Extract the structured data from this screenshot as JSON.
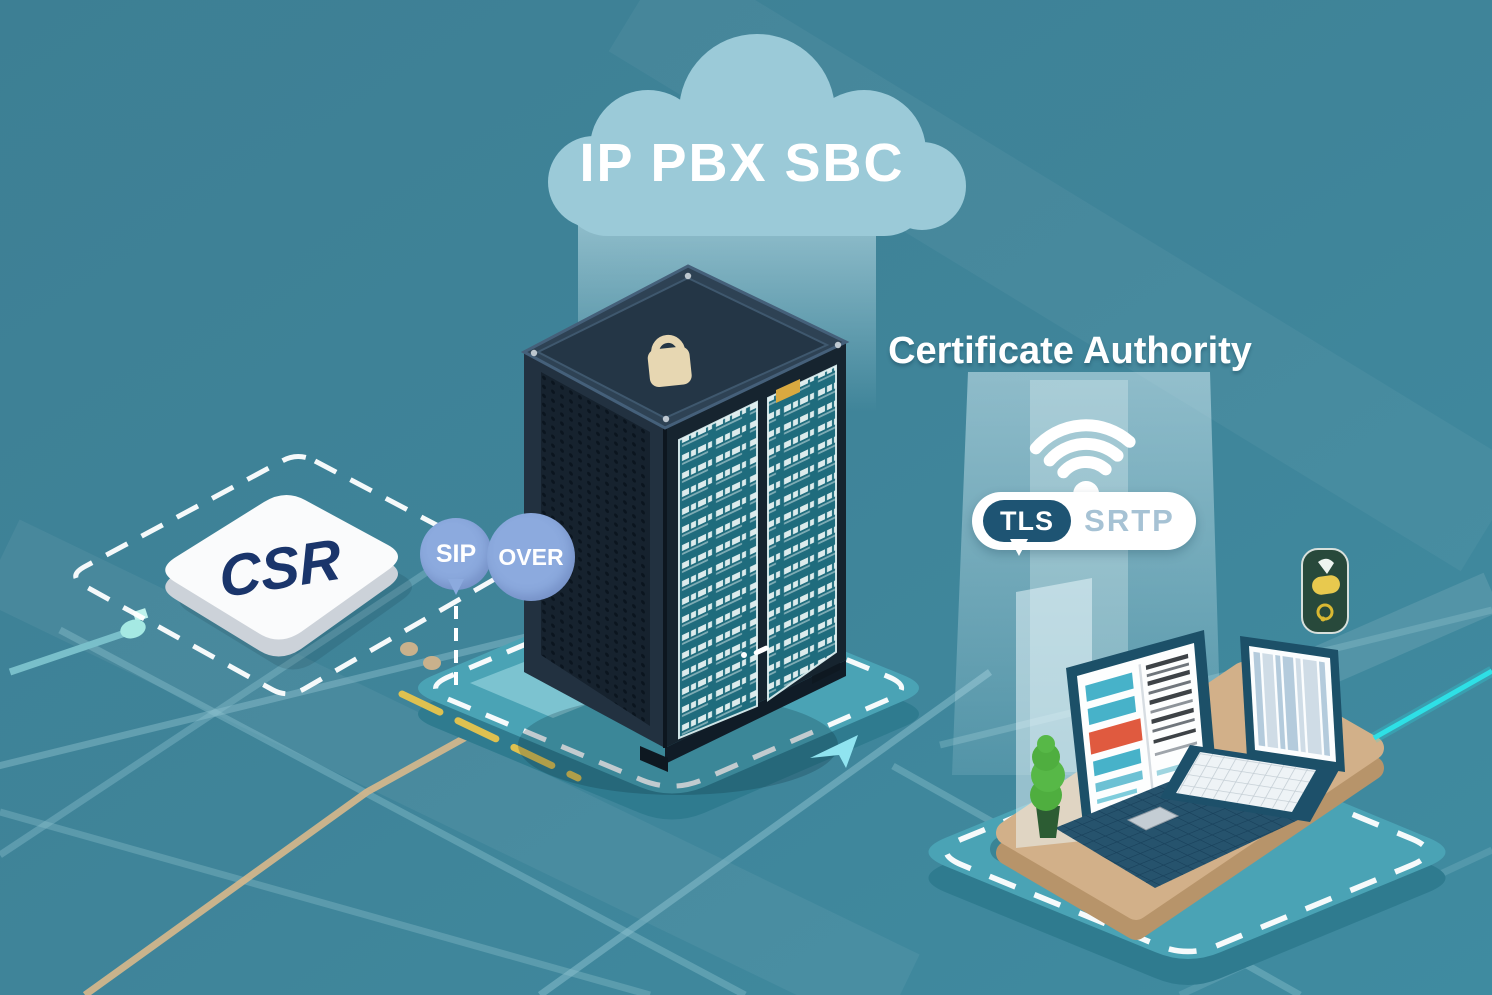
{
  "diagram": {
    "cloud": {
      "label": "IP PBX SBC"
    },
    "certificate_authority": {
      "label": "Certificate Authority"
    },
    "csr_tile": {
      "label": "CSR"
    },
    "sip_bubble": {
      "label": "SIP"
    },
    "over_bubble": {
      "label": "OVER"
    },
    "protocol_badge": {
      "tls": "TLS",
      "srtp": "SRTP"
    },
    "icons": {
      "server_top": "lock-icon",
      "ca_signal": "wifi-icon",
      "workstation_plant": "tree-icon",
      "handset": "phone-icon",
      "flow_arrow": "arrow-icon"
    },
    "colors": {
      "background": "#3e8197",
      "cloud": "#9bcad8",
      "bubble": "#8caade",
      "tls_chip": "#1e5473",
      "srtp_text": "#a6c2d4",
      "csr_text": "#1a356b",
      "platform": "#4aa3b5",
      "server_body": "#1c2b39",
      "circuit_panel": "#1f6c7d",
      "desk": "#d2b089",
      "highlight_red": "#e05a3f",
      "accent_yellow": "#e8c54d",
      "accent_cyan": "#2ee0e6"
    }
  }
}
